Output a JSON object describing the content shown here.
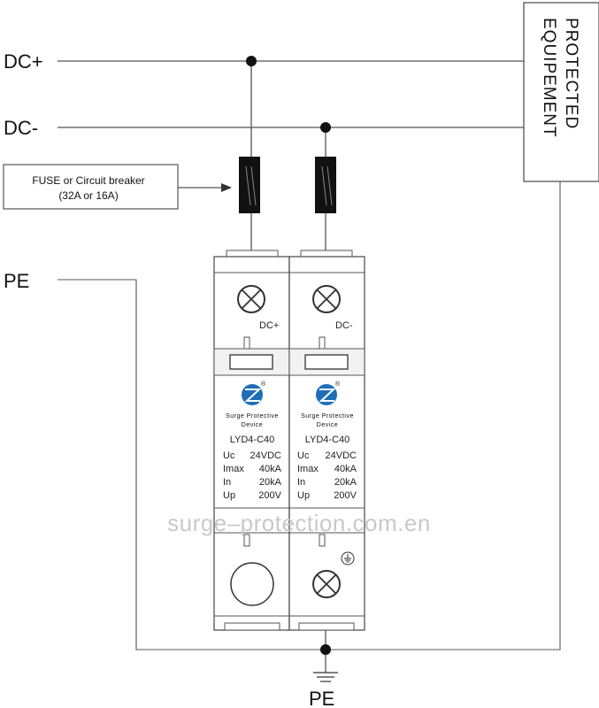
{
  "labels": {
    "dc_plus": "DC+",
    "dc_minus": "DC-",
    "pe_left": "PE",
    "pe_bottom": "PE",
    "fuse_line1": "FUSE or  Circuit breaker",
    "fuse_line2": "(32A or 16A)",
    "protected_line1": "PROTECTED",
    "protected_line2": "EQUIPEMENT"
  },
  "modules": [
    {
      "terminal": "DC+",
      "device_line1": "Surge Protective",
      "device_line2": "Device",
      "model": "LYD4-C40",
      "specs": [
        {
          "name": "Uc",
          "value": "24VDC"
        },
        {
          "name": "Imax",
          "value": "40kA"
        },
        {
          "name": "In",
          "value": "20kA"
        },
        {
          "name": "Up",
          "value": "200V"
        }
      ]
    },
    {
      "terminal": "DC-",
      "device_line1": "Surge Protective",
      "device_line2": "Device",
      "model": "LYD4-C40",
      "specs": [
        {
          "name": "Uc",
          "value": "24VDC"
        },
        {
          "name": "Imax",
          "value": "40kA"
        },
        {
          "name": "In",
          "value": "20kA"
        },
        {
          "name": "Up",
          "value": "200V"
        }
      ]
    }
  ],
  "watermark": "surge–protection.com.en",
  "logo_mark": "®",
  "colors": {
    "line": "#555555",
    "fuse": "#111111",
    "logo_blue": "#1f6fb8",
    "watermark": "#c9c9c9"
  }
}
